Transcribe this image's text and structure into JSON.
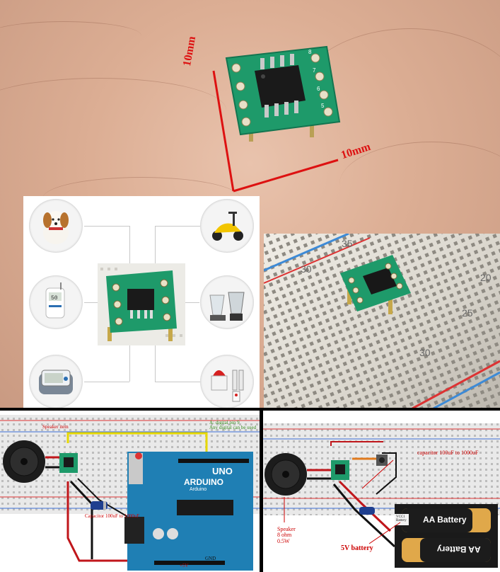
{
  "top_photo": {
    "dimension_vertical": "10mm",
    "dimension_horizontal": "10mm",
    "pin_labels": [
      "5",
      "6",
      "7",
      "8"
    ]
  },
  "breadboard_photo": {
    "row_numbers": [
      "35",
      "30",
      "25",
      "30",
      "20"
    ]
  },
  "arduino_diagram": {
    "label_speaker_item": "Speaker item",
    "label_digital_pin": "A: digital pin 9\nAny digital can be used",
    "label_capacitor": "Capacitor 100uF to 1000uF",
    "label_5v": "+5V",
    "label_gnd": "GND",
    "board_brand": "ARDUINO",
    "board_model": "UNO",
    "board_small": "Arduino"
  },
  "battery_diagram": {
    "label_capacitor": "capacitor 100uF to 1000uF",
    "label_speaker": "Speaker\n8 ohm\n0.5W",
    "label_battery": "5V battery",
    "label_chip": "VCC1\nBattery",
    "battery_top": "AA Battery",
    "battery_bottom": "AA Battery"
  },
  "colors": {
    "pcb_green": "#1e9a6a",
    "dimension_red": "#d11111",
    "arduino_teal": "#1f7fb4",
    "wire_red": "#c0161b",
    "wire_yellow": "#e6d800"
  }
}
